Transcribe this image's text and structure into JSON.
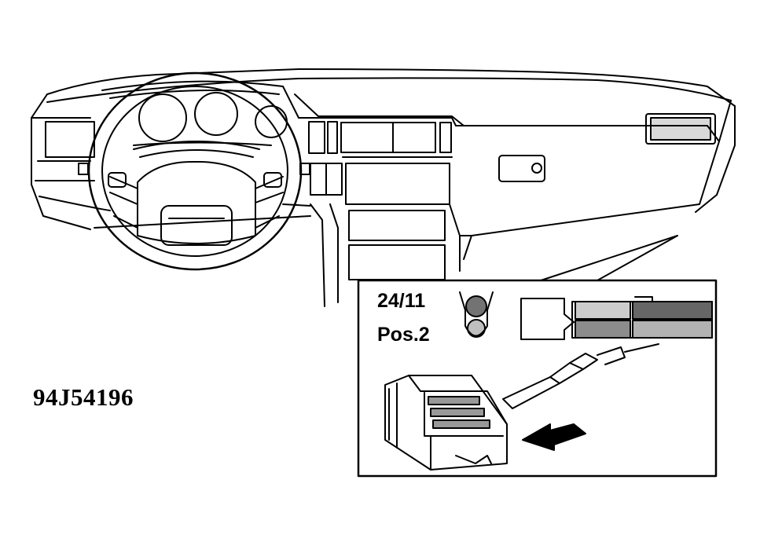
{
  "figure": {
    "reference_code": "94J54196",
    "inset": {
      "connector_label": "24/11",
      "position_label": "Pos.2"
    },
    "colors": {
      "line": "#000000",
      "background": "#ffffff"
    },
    "icons": [
      "dashboard-illustration",
      "steering-wheel",
      "glovebox",
      "connector-housing",
      "terminal-pin",
      "insertion-arrow",
      "wire-cross-section"
    ]
  }
}
